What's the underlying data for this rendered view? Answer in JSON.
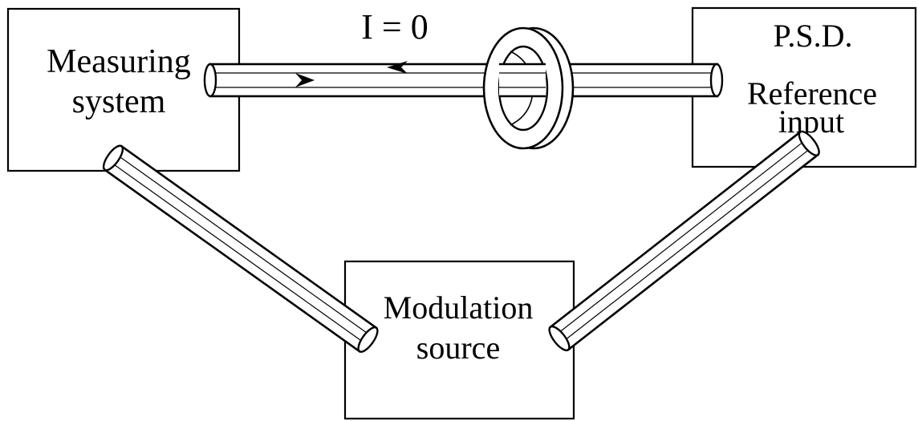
{
  "diagram": {
    "measuring_system": {
      "line1": "Measuring",
      "line2": "system"
    },
    "psd": {
      "title": "P.S.D.",
      "line1": "Reference",
      "line2": "input"
    },
    "modulation_source": {
      "line1": "Modulation",
      "line2": "source"
    },
    "current_label": "I = 0"
  },
  "colors": {
    "line": "#000000",
    "background": "#ffffff"
  }
}
